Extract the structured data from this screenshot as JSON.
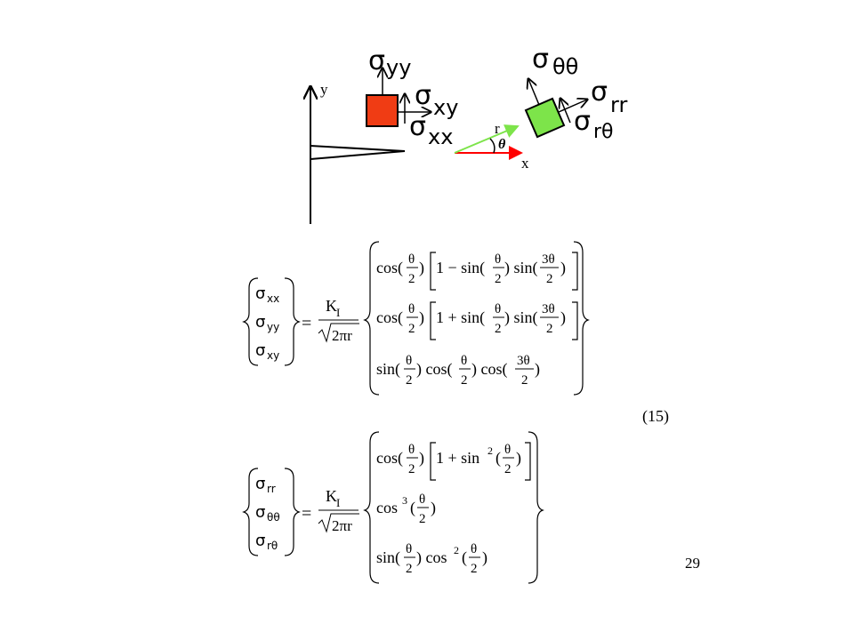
{
  "diagram": {
    "axis_y": "y",
    "axis_x": "x",
    "radius": "r",
    "angle": "θ",
    "sigma": "σ",
    "cartesian": {
      "yy": "yy",
      "xy": "xy",
      "xx": "xx"
    },
    "polar": {
      "tt": "θθ",
      "rr": "rr",
      "rt": "rθ"
    },
    "colors": {
      "cartesian_element": "#f03c14",
      "polar_element": "#7de44a",
      "radius_arrow": "#7de44a",
      "x_arrow": "#ff0000"
    }
  },
  "eq1": {
    "lhs": [
      "xx",
      "yy",
      "xy"
    ],
    "coef_num": "K",
    "coef_sub": "I",
    "coef_den": "2πr",
    "row1_a": "cos(",
    "row1_b": ")",
    "row1_br": "1 − sin(",
    "row1_c": ") sin(",
    "row1_d": ")",
    "row2_br": "1 + sin(",
    "num_theta": "θ",
    "num_3theta": "3θ",
    "den_2": "2",
    "row3_a": "sin(",
    "row3_b": ") cos(",
    "row3_c": ") cos(",
    "row3_d": ")",
    "equals": "="
  },
  "eq_number": "(15)",
  "eq2": {
    "lhs": [
      "rr",
      "θθ",
      "rθ"
    ],
    "row1_br": "1 + sin",
    "sup2": "2",
    "sup3": "3",
    "paren_open": "(",
    "row2_a": "cos",
    "row3_a": "sin(",
    "row3_b": ") cos",
    "close": ")"
  },
  "page_number": "29"
}
